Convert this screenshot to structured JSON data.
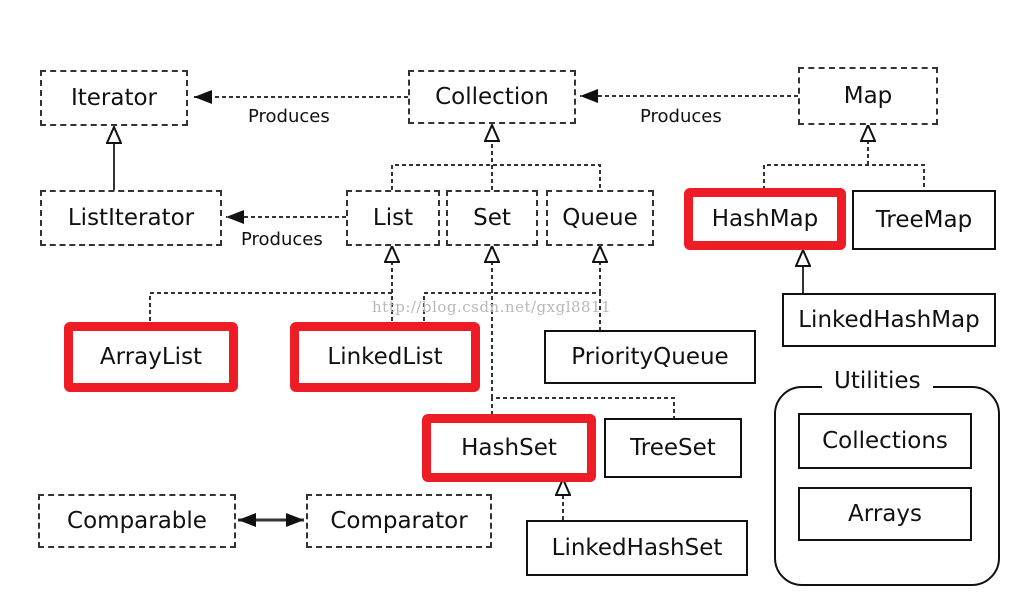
{
  "nodes": {
    "iterator": "Iterator",
    "collection": "Collection",
    "map": "Map",
    "list_iterator": "ListIterator",
    "list": "List",
    "set": "Set",
    "queue": "Queue",
    "hash_map": "HashMap",
    "tree_map": "TreeMap",
    "linked_hash_map": "LinkedHashMap",
    "array_list": "ArrayList",
    "linked_list": "LinkedList",
    "priority_queue": "PriorityQueue",
    "hash_set": "HashSet",
    "tree_set": "TreeSet",
    "linked_hash_set": "LinkedHashSet",
    "comparable": "Comparable",
    "comparator": "Comparator"
  },
  "edge_labels": {
    "collection_to_iterator": "Produces",
    "map_to_collection": "Produces",
    "list_to_list_iterator": "Produces"
  },
  "utilities": {
    "title": "Utilities",
    "items": [
      "Collections",
      "Arrays"
    ]
  },
  "watermark": "http://blog.csdn.net/gxgl8811",
  "colors": {
    "highlight": "#ee1c25",
    "line": "#333333"
  }
}
